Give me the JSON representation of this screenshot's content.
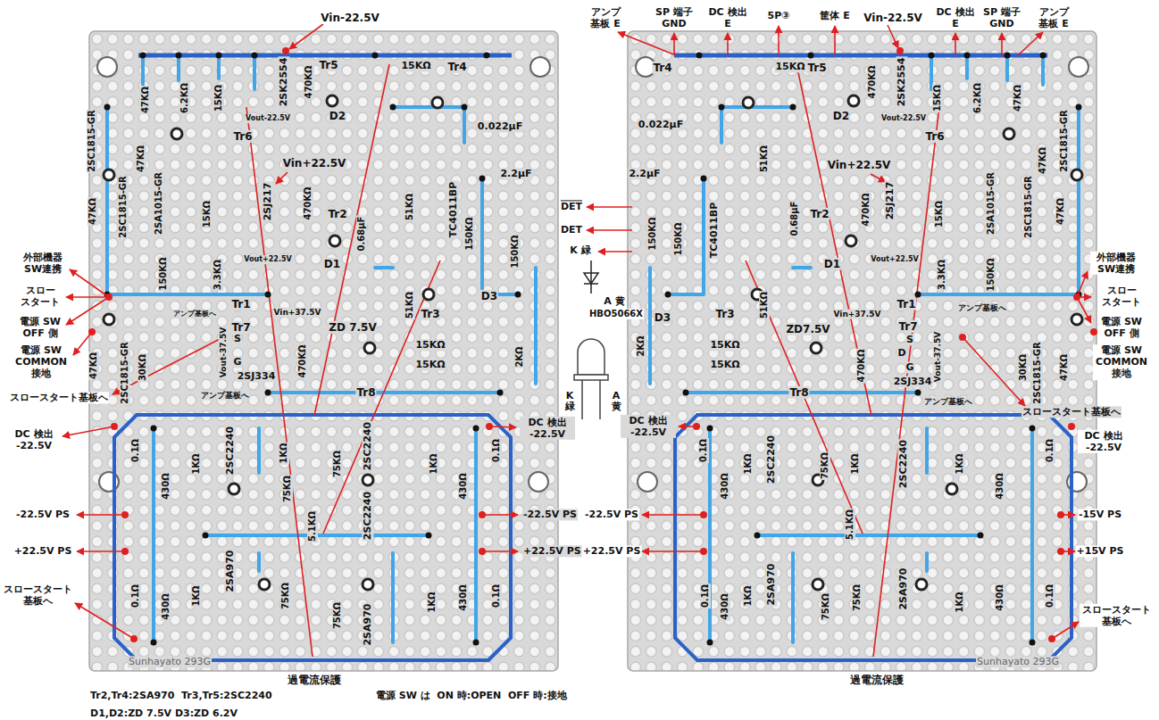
{
  "diagram": {
    "labels": [
      "Vin-22.5V",
      "2SK2554",
      "470KΩ",
      "Tr5",
      "15KΩ",
      "Tr4",
      "Vout-22.5V",
      "D2",
      "Tr6",
      "0.022μF",
      "47KΩ",
      "6.2KΩ",
      "15KΩ",
      "2SC1815-GR",
      "47KΩ",
      "2SC1815-GR",
      "2SA1015-GR",
      "15KΩ",
      "47KΩ",
      "Vin+22.5V",
      "2SJ217",
      "470KΩ",
      "Tr2",
      "Vout+22.5V",
      "D1",
      "51KΩ",
      "TC4011BP",
      "2.2μF",
      "0.68μF",
      "150KΩ",
      "150KΩ",
      "150KΩ",
      "3.3KΩ",
      "Tr1",
      "51KΩ",
      "Tr3",
      "D3",
      "アンプ基板へ",
      "Tr7",
      "Vin+37.5V",
      "S",
      "G",
      "ZD 7.5V",
      "15KΩ",
      "15KΩ",
      "2KΩ",
      "Vout-37.5V",
      "30KΩ",
      "47KΩ",
      "2SC1815-GR",
      "470KΩ",
      "2SJ334",
      "Tr8",
      "アンプ基板へ",
      "外部機器 SW連携",
      "スロー スタート",
      "電源 SW OFF 側",
      "電源 SW COMMON 接地",
      "スロースタート基板へ",
      "DC 検出 -22.5V",
      "-22.5V PS",
      "+22.5V PS",
      "スロースタート 基板へ",
      "0.1Ω",
      "430Ω",
      "1KΩ",
      "2SC2240",
      "1KΩ",
      "75KΩ",
      "5.1KΩ",
      "75KΩ",
      "2SC2240",
      "2SC2240",
      "1KΩ",
      "430Ω",
      "0.1Ω",
      "0.1Ω",
      "430Ω",
      "1KΩ",
      "2SA970",
      "75KΩ",
      "75KΩ",
      "2SA970",
      "1KΩ",
      "430Ω",
      "0.1Ω",
      "DC 検出 -22.5V",
      "-22.5V PS",
      "+22.5V PS",
      "過電流保護",
      "Sunhayato 293G",
      "Tr2,Tr4:2SA970  Tr3,Tr5:2SC2240",
      "電源 SW は  ON 時:OPEN  OFF 時:接地",
      "D1,D2:ZD 7.5V D3:ZD 6.2V",
      "アンプ 基板 E",
      "SP 端子 GND",
      "DC 検出 E",
      "5P③",
      "筐体 E",
      "Vin-22.5V",
      "DC 検出 E",
      "SP 端子 GND",
      "アンプ 基板 E",
      "15KΩ",
      "Tr4",
      "Tr5",
      "470KΩ",
      "2SK2554",
      "15KΩ",
      "6.2KΩ",
      "47KΩ",
      "2SC1815-GR",
      "Vout-22.5V",
      "D2",
      "Tr6",
      "0.022μF",
      "2.2μF",
      "TC4011BP",
      "150KΩ",
      "150KΩ",
      "51KΩ",
      "Vin+22.5V",
      "0.68μF",
      "Tr2",
      "470KΩ",
      "2SJ217",
      "Vout+22.5V",
      "15KΩ",
      "2SA1015-GR",
      "2SC1815-GR",
      "47KΩ",
      "47KΩ",
      "D1",
      "3.3KΩ",
      "150KΩ",
      "Tr1",
      "51KΩ",
      "Tr3",
      "D3",
      "Vin+37.5V",
      "ZD7.5V",
      "Tr7",
      "S",
      "D",
      "G",
      "15KΩ",
      "15KΩ",
      "2KΩ",
      "Vout-37.5V",
      "30KΩ",
      "2SC1815-GR",
      "47KΩ",
      "470KΩ",
      "2SJ334",
      "Tr8",
      "アンプ基板へ",
      "アンプ基板へ",
      "スロースタート基板へ",
      "DET",
      "DET",
      "K 緑",
      "A 黄",
      "HBO5066X",
      "K 緑",
      "A 黄",
      "外部機器 SW連携",
      "スロー スタート",
      "電源 SW OFF 側",
      "電源 SW COMMON 接地",
      "DC 検出 -22.5V",
      "DC 検出 -22.5V",
      "-22.5V PS",
      "+22.5V PS",
      "-15V PS",
      "+15V PS",
      "スロースタート 基板へ",
      "過電流保護",
      "Sunhayato 293G",
      "0.1Ω",
      "430Ω",
      "1KΩ",
      "2SC2240",
      "75KΩ",
      "5.1KΩ",
      "1KΩ",
      "2SC2240",
      "1KΩ",
      "430Ω",
      "0.1Ω",
      "0.1Ω",
      "430Ω",
      "1KΩ",
      "2SA970",
      "75KΩ",
      "75KΩ",
      "2SA970",
      "1KΩ",
      "430Ω",
      "0.1Ω"
    ]
  }
}
